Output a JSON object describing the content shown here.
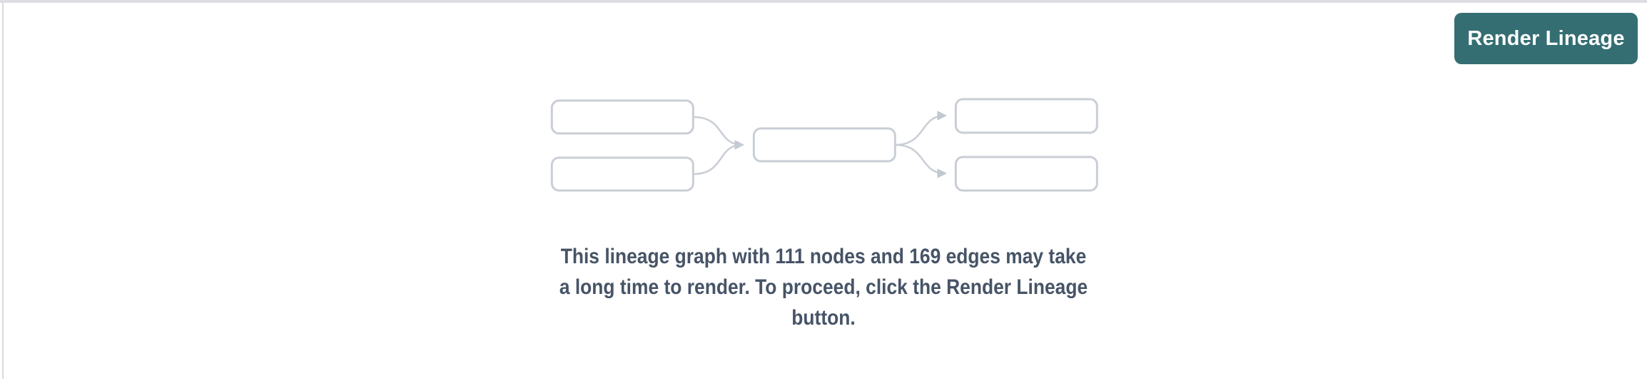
{
  "toolbar": {
    "render_button_label": "Render Lineage"
  },
  "message": {
    "full_text": "This lineage graph with 111 nodes and 169 edges may take a long time to render. To proceed, click the Render Lineage button.",
    "lines": [
      "This lineage graph with 111 nodes and 169 edges may take",
      "a long time to render. To proceed, click the Render Lineage",
      "button."
    ],
    "node_count": "111",
    "edge_count": "169"
  },
  "diagram": {
    "kind": "lineage-graph-placeholder",
    "node_boxes": 5,
    "edge_arrows": 4,
    "layout": "2 source nodes -> 1 middle node -> 2 target nodes"
  },
  "colors": {
    "accent_teal": "#346e73",
    "button_text": "#ffffff",
    "message_text": "#475467",
    "placeholder_stroke": "#c9ced6",
    "top_border": "#dedde2",
    "left_border": "#dad9dd",
    "background": "#ffffff"
  }
}
